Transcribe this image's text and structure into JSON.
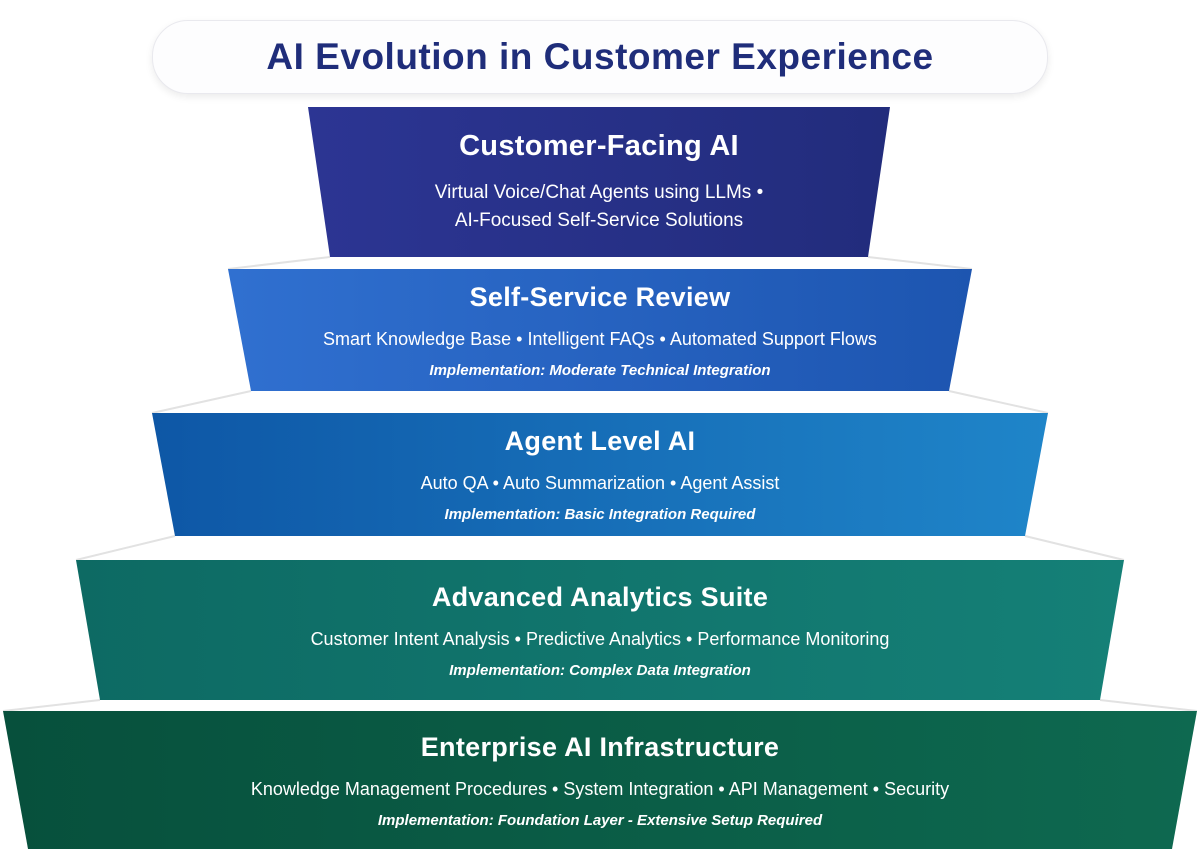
{
  "title": "AI Evolution in Customer Experience",
  "colors": {
    "title_text": "#1f2d7a",
    "layer_text": "#ffffff",
    "connector_line": "#e2e2e2",
    "page_background": "#ffffff"
  },
  "layers": [
    {
      "heading": "Customer-Facing AI",
      "body_lines": [
        "Virtual Voice/Chat Agents using LLMs •",
        "AI-Focused Self-Service Solutions"
      ],
      "implementation": "",
      "colors": {
        "from": "#2c3593",
        "to": "#222c7c"
      }
    },
    {
      "heading": "Self-Service Review",
      "body_lines": [
        "Smart Knowledge Base • Intelligent FAQs • Automated Support Flows"
      ],
      "implementation": "Implementation: Moderate Technical Integration",
      "colors": {
        "from": "#3070d0",
        "to": "#1d55b0"
      }
    },
    {
      "heading": "Agent Level AI",
      "body_lines": [
        "Auto QA • Auto Summarization • Agent Assist"
      ],
      "implementation": "Implementation: Basic Integration Required",
      "colors": {
        "from": "#0e57a6",
        "to": "#1f85c9"
      }
    },
    {
      "heading": "Advanced Analytics Suite",
      "body_lines": [
        "Customer Intent Analysis • Predictive Analytics • Performance Monitoring"
      ],
      "implementation": "Implementation: Complex Data Integration",
      "colors": {
        "from": "#0d6a63",
        "to": "#158077"
      }
    },
    {
      "heading": "Enterprise AI Infrastructure",
      "body_lines": [
        "Knowledge Management Procedures • System Integration • API Management • Security"
      ],
      "implementation": "Implementation: Foundation Layer - Extensive Setup Required",
      "colors": {
        "from": "#07503c",
        "to": "#0e6950"
      }
    }
  ]
}
